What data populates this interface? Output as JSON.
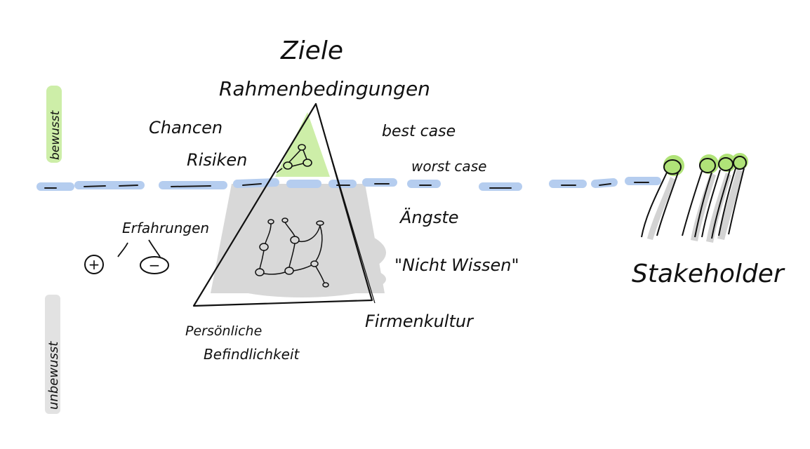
{
  "labels": {
    "top_title": "Ziele",
    "apex_label": "Rahmenbedingungen",
    "chances": "Chancen",
    "risks": "Risiken",
    "best_case": "best case",
    "worst_case": "worst case",
    "experiences": "Erfahrungen",
    "plus": "+",
    "minus": "−",
    "fears": "Ängste",
    "not_knowing": "\"Nicht Wissen\"",
    "personal_1": "Persönliche",
    "personal_2": "Befindlichkeit",
    "company_culture": "Firmenkultur",
    "stakeholder": "Stakeholder",
    "conscious": "bewusst",
    "unconscious": "unbewusst"
  },
  "colors": {
    "ink": "#111111",
    "highlight_green": "#cdeea8",
    "waterline_blue": "#a9c4ea",
    "underwater_gray": "#cfcfcf",
    "head_green": "#9fda5c"
  }
}
